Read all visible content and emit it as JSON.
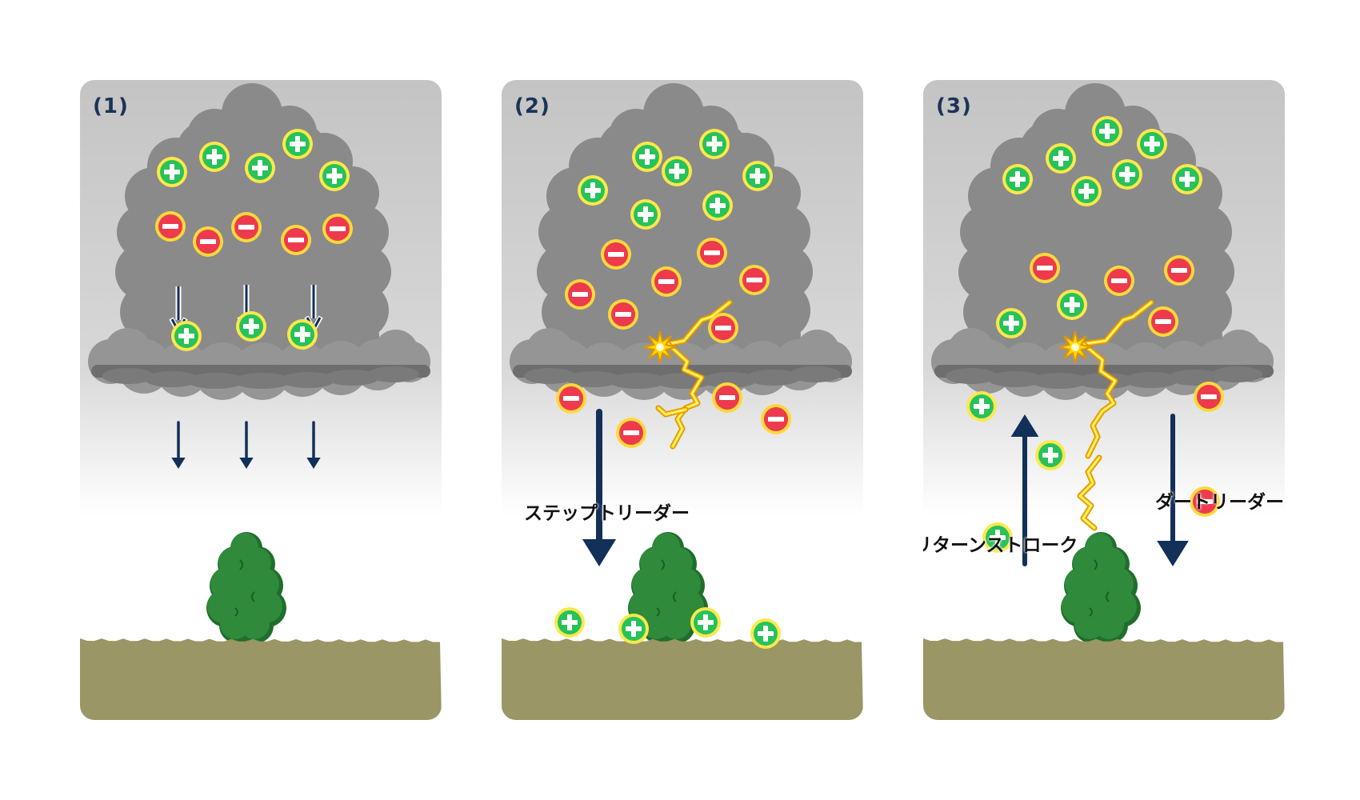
{
  "panels": [
    {
      "label": "(1)",
      "callouts": []
    },
    {
      "label": "(2)",
      "callouts": [
        "ステップトリーダー"
      ]
    },
    {
      "label": "(3)",
      "callouts": [
        "リターンストローク",
        "ダートリーダー"
      ]
    }
  ],
  "colors": {
    "cloud": "#8a8a8a",
    "sky_top": "#c6c6c6",
    "ground": "#9a9665",
    "positive_fill": "#27c25a",
    "positive_ring": "#ffe84a",
    "negative_fill": "#ee3a4d",
    "negative_ring": "#ffd93a",
    "arrow": "#123058",
    "lightning": "#ffd800",
    "tree": "#2f8a3b"
  },
  "icons": [
    "cloud-icon",
    "tree-icon",
    "positive-charge-icon",
    "negative-charge-icon",
    "lightning-icon",
    "down-arrow-icon",
    "up-arrow-icon"
  ]
}
